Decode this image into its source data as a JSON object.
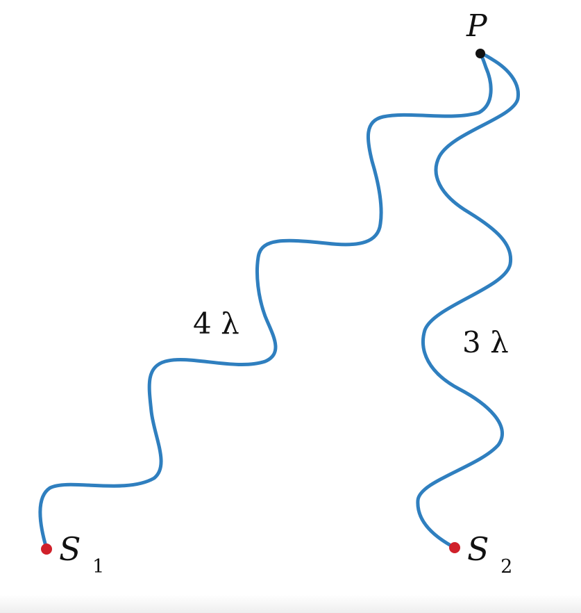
{
  "diagram": {
    "point_p": {
      "label": "P"
    },
    "source_1": {
      "letter": "S",
      "subscript": "1"
    },
    "source_2": {
      "letter": "S",
      "subscript": "2"
    },
    "path_1": {
      "label": "4 λ"
    },
    "path_2": {
      "label": "3 λ"
    },
    "colors": {
      "wave": "#2f7fbf",
      "source_dot": "#d0202a",
      "point_dot": "#111111",
      "text": "#111111"
    }
  }
}
